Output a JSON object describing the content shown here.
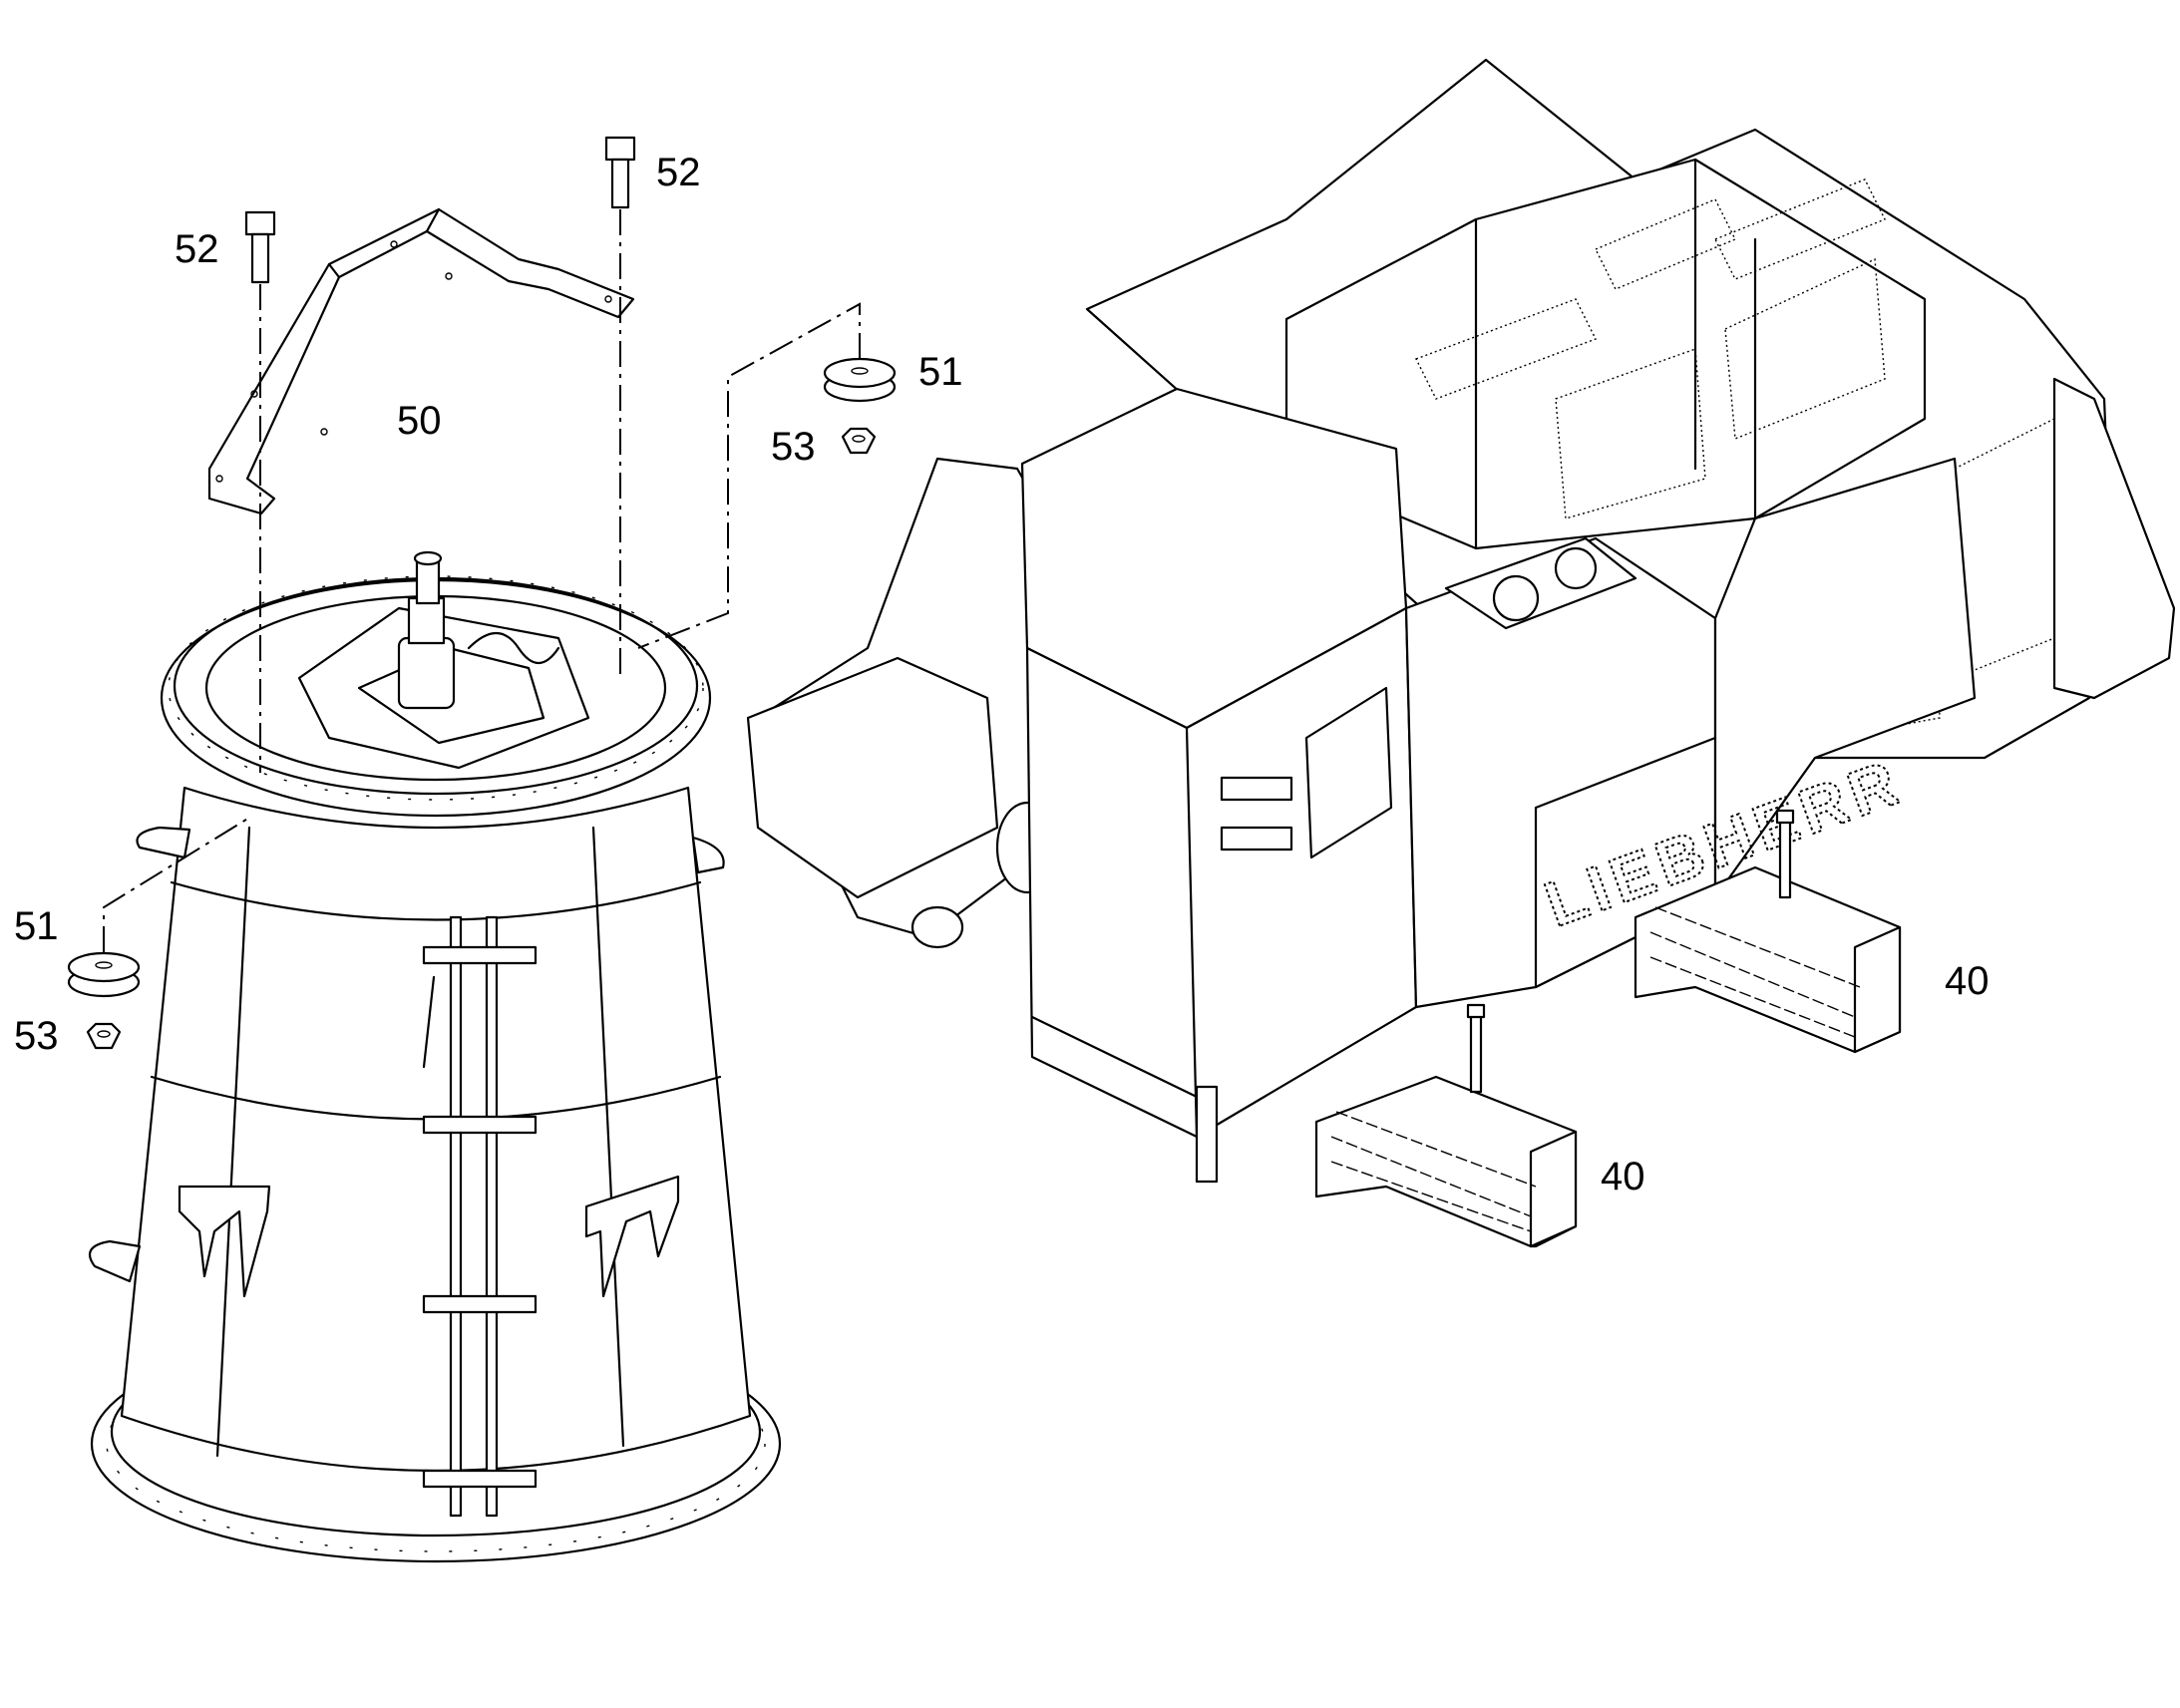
{
  "callouts": {
    "ladder_bracket": "50",
    "rubber_buffer_right": "51",
    "rubber_buffer_left": "51",
    "bolt_left": "52",
    "bolt_right": "52",
    "nut_right": "53",
    "nut_left": "53",
    "support_block_rear": "40",
    "support_block_front": "40"
  },
  "branding": {
    "logo_text": "LIEBHERR"
  },
  "colors": {
    "line": "#000000",
    "background": "#ffffff"
  }
}
